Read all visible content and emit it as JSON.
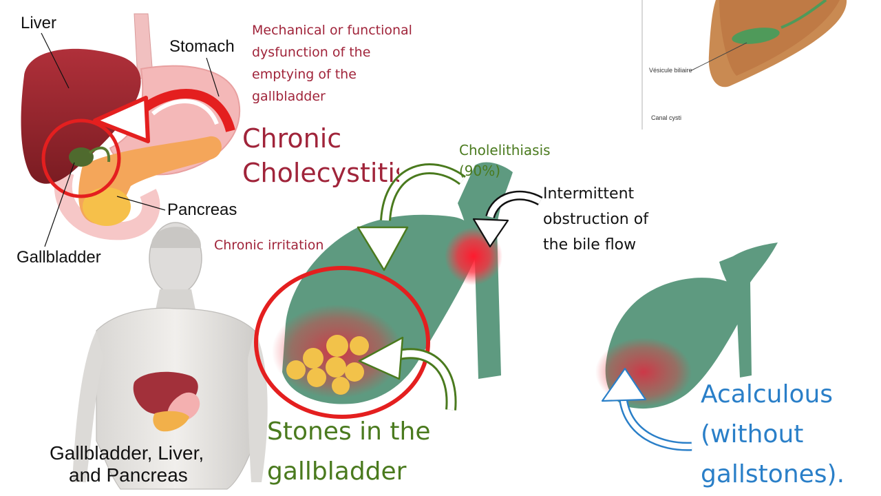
{
  "anatomy": {
    "liver": "Liver",
    "stomach": "Stomach",
    "pancreas": "Pancreas",
    "gallbladder": "Gallbladder",
    "caption_line1": "Gallbladder, Liver,",
    "caption_line2": "and Pancreas"
  },
  "mechanical": {
    "line1": "Mechanical or functional",
    "line2": "dysfunction of the",
    "line3": "emptying of the",
    "line4": "gallbladder"
  },
  "chronic": {
    "line1": "Chronic",
    "line2": "Cholecystitis"
  },
  "chronic_irritation": "Chronic irritation",
  "cholelithiasis": {
    "line1": "Cholelithiasis",
    "line2": "(90%)"
  },
  "obstruction": {
    "line1": "Intermittent",
    "line2": "obstruction of",
    "line3": "the bile flow"
  },
  "stones": {
    "line1": "Stones in the",
    "line2": "gallbladder"
  },
  "acalculous": {
    "line1": "Acalculous",
    "line2": "(without",
    "line3": "gallstones)."
  },
  "inset": {
    "label1": "Vésicule biliaire",
    "label2": "Canal cystique"
  },
  "colors": {
    "crimson": "#a0243a",
    "green_text": "#4a7a1e",
    "duct_green": "#5e9a80",
    "red_circle": "#e41f1f",
    "blue": "#2a7fc8",
    "stone_yellow": "#f2c24a"
  }
}
